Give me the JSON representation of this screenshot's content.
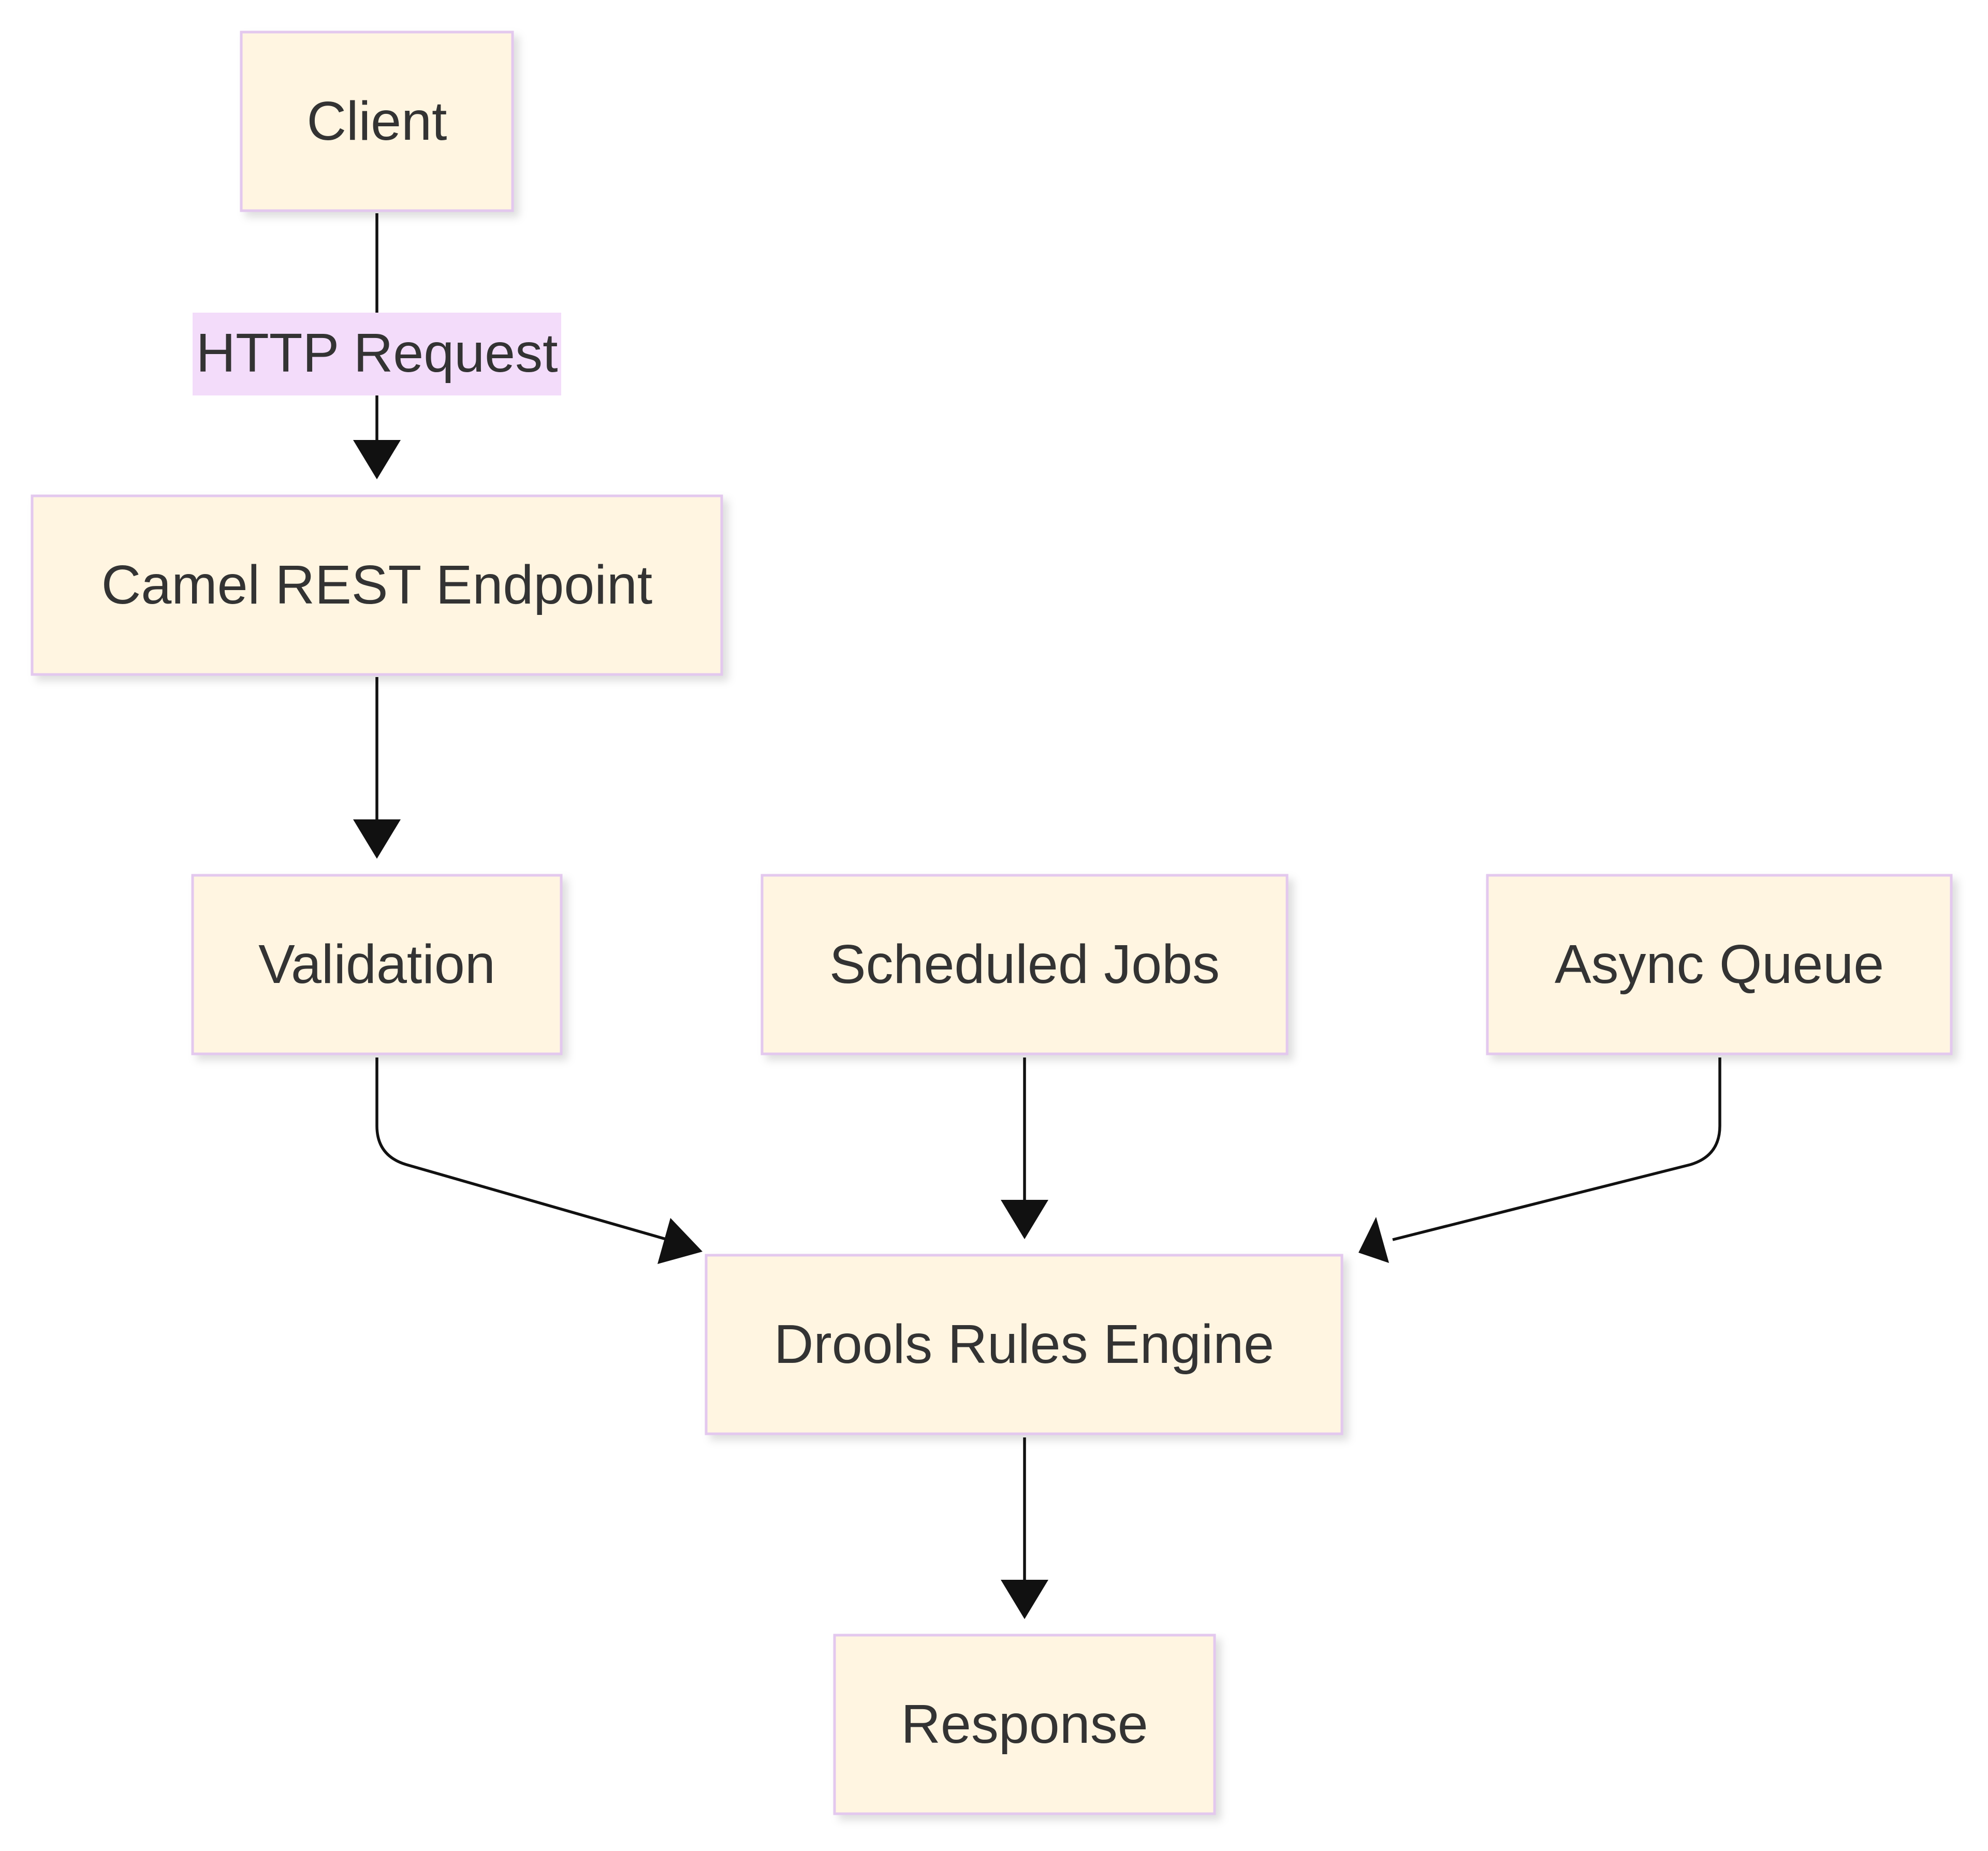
{
  "nodes": {
    "client": {
      "label": "Client"
    },
    "camel_rest_endpoint": {
      "label": "Camel REST Endpoint"
    },
    "validation": {
      "label": "Validation"
    },
    "scheduled_jobs": {
      "label": "Scheduled Jobs"
    },
    "async_queue": {
      "label": "Async Queue"
    },
    "drools_rules_engine": {
      "label": "Drools Rules Engine"
    },
    "response": {
      "label": "Response"
    }
  },
  "edges": [
    {
      "from": "Client",
      "to": "Camel REST Endpoint",
      "label": "HTTP Request"
    },
    {
      "from": "Camel REST Endpoint",
      "to": "Validation",
      "label": ""
    },
    {
      "from": "Validation",
      "to": "Drools Rules Engine",
      "label": ""
    },
    {
      "from": "Scheduled Jobs",
      "to": "Drools Rules Engine",
      "label": ""
    },
    {
      "from": "Async Queue",
      "to": "Drools Rules Engine",
      "label": ""
    },
    {
      "from": "Drools Rules Engine",
      "to": "Response",
      "label": ""
    }
  ],
  "edge_labels": {
    "http_request": "HTTP Request"
  },
  "colors": {
    "node_fill": "#fff5e1",
    "node_border": "#e3c8ee",
    "edge_label_bg": "#f3dcfa",
    "edge_stroke": "#111111",
    "text": "#333333"
  }
}
